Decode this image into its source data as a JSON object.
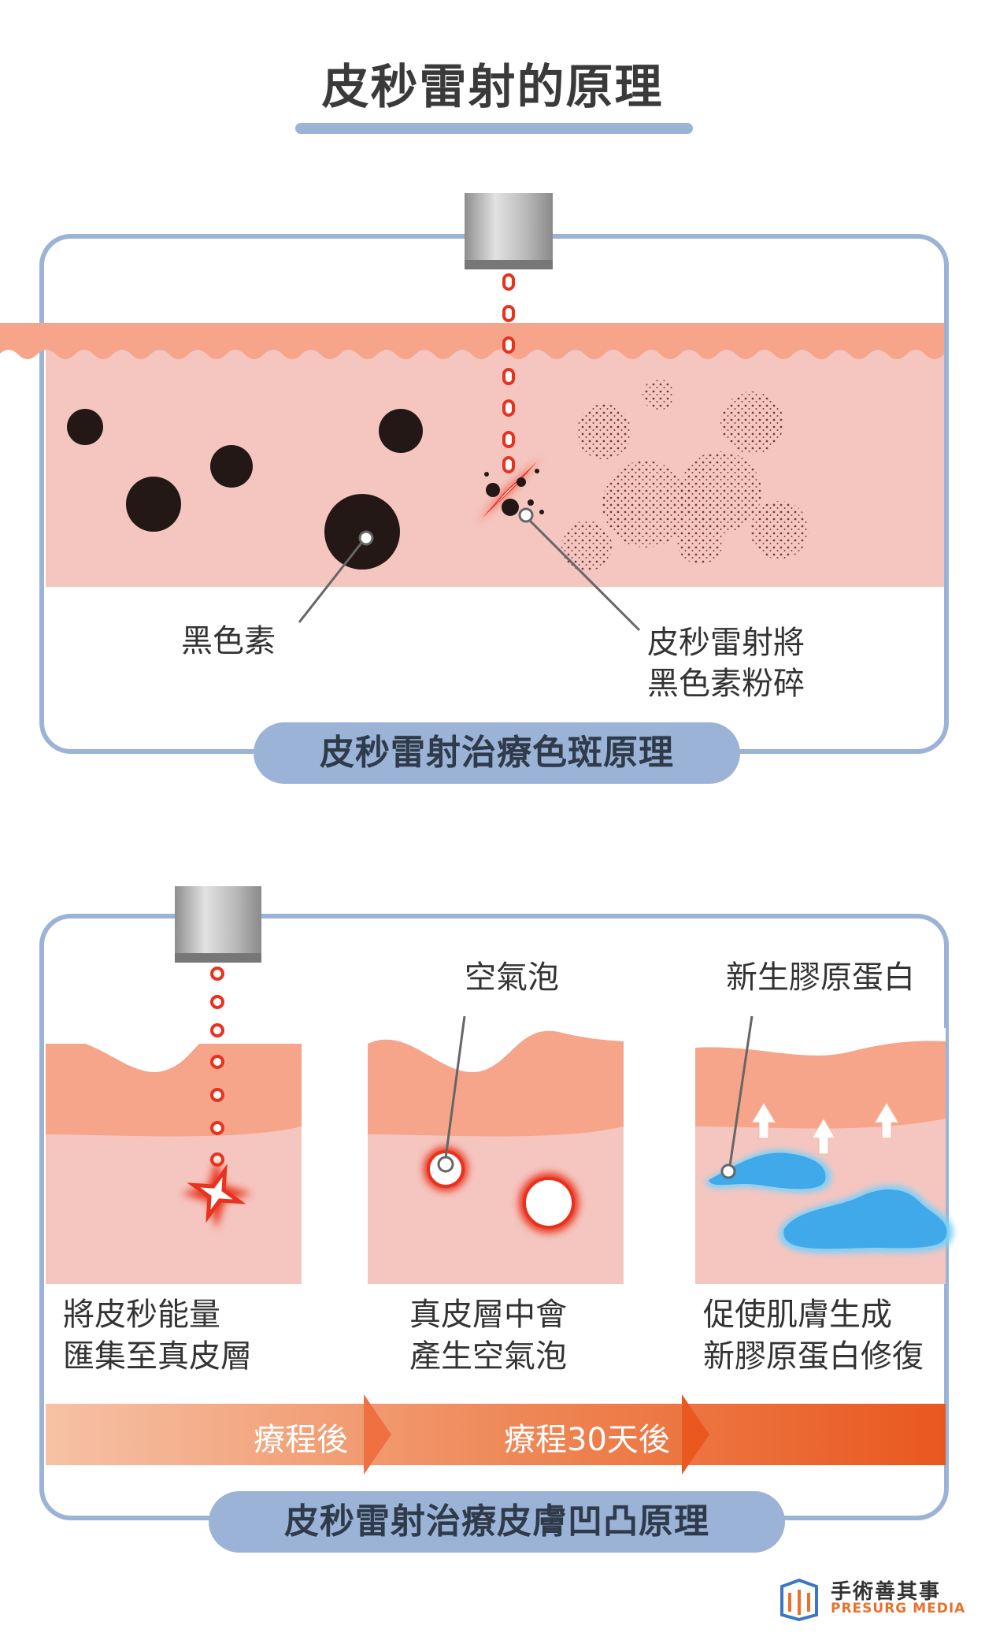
{
  "title": "皮秒雷射的原理",
  "panel1": {
    "pill": "皮秒雷射治療色斑原理",
    "label_pigment": "黑色素",
    "label_break_line1": "皮秒雷射將",
    "label_break_line2": "黑色素粉碎"
  },
  "panel2": {
    "pill": "皮秒雷射治療皮膚凹凸原理",
    "label_bubble": "空氣泡",
    "label_collagen": "新生膠原蛋白",
    "step1_line1": "將皮秒能量",
    "step1_line2": "匯集至真皮層",
    "step2_line1": "真皮層中會",
    "step2_line2": "產生空氣泡",
    "step3_line1": "促使肌膚生成",
    "step3_line2": "新膠原蛋白修復",
    "arrow1": "療程後",
    "arrow2": "療程30天後"
  },
  "logo": {
    "zh": "手術善其事",
    "en": "PRESURG MEDIA"
  },
  "colors": {
    "frame": "#9bb3d6",
    "epidermis": "#f6a58a",
    "dermis": "#f5c6c0",
    "laser": "#e8321e",
    "pigment": "#231815",
    "collagen": "#4fb3ec",
    "timeline": "#e9581f"
  }
}
